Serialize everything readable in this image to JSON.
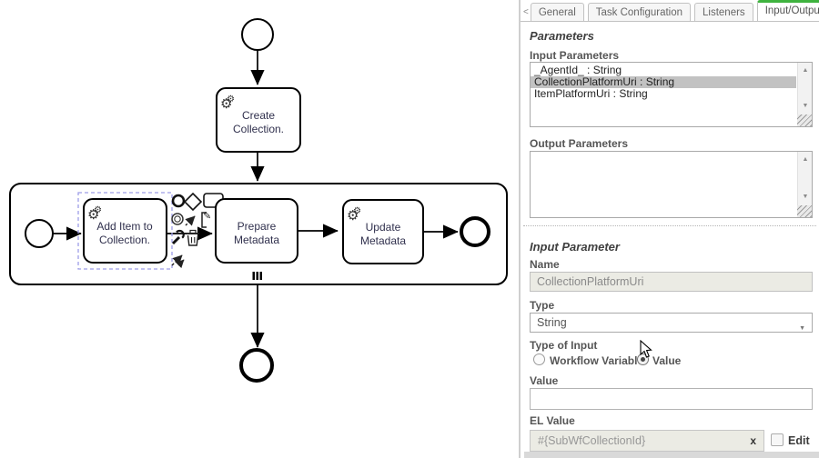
{
  "colors": {
    "accent_green": "#3fb33f",
    "selection_stroke": "#9d9de8",
    "list_highlight": "#c2c2c2",
    "disabled_field_bg": "#ebebe4",
    "diagram_stroke": "#000000",
    "diagram_text": "#30304d"
  },
  "icons": {
    "gear": "⚙",
    "pencil": "✎",
    "scroll_up": "▲",
    "scroll_down": "▼",
    "select_caret": "▼"
  },
  "tabs": {
    "scroll_left": "<",
    "scroll_right": ">",
    "items": [
      {
        "label": "General"
      },
      {
        "label": "Task Configuration"
      },
      {
        "label": "Listeners"
      },
      {
        "label": "Input/Output"
      }
    ],
    "partial_label": "I"
  },
  "panel": {
    "parameters_heading": "Parameters",
    "input_parameters_label": "Input Parameters",
    "input_parameters": [
      {
        "text": "_AgentId_ : String",
        "selected": false
      },
      {
        "text": "CollectionPlatformUri : String",
        "selected": true
      },
      {
        "text": "ItemPlatformUri : String",
        "selected": false
      }
    ],
    "output_parameters_label": "Output Parameters",
    "output_parameters": [],
    "input_parameter_heading": "Input Parameter",
    "name_label": "Name",
    "name_value": "CollectionPlatformUri",
    "type_label": "Type",
    "type_value": "String",
    "type_of_input_label": "Type of Input",
    "radio_workflow_variable_label": "Workflow Variable",
    "radio_value_label": "Value",
    "radio_selected": "Value",
    "value_label": "Value",
    "value_value": "",
    "el_value_label": "EL Value",
    "el_value_value": "#{SubWfCollectionId}",
    "el_clear_label": "x",
    "edit_label": "Edit",
    "edit_checked": false
  },
  "diagram": {
    "task_create": {
      "line1": "Create",
      "line2": "Collection."
    },
    "task_add_item": {
      "line1": "Add Item to",
      "line2": "Collection.",
      "selected": true
    },
    "task_prepare": {
      "line1": "Prepare",
      "line2": "Metadata"
    },
    "task_update": {
      "line1": "Update",
      "line2": "Metadata"
    },
    "subprocess_marker": "multi-instance-sequential"
  }
}
